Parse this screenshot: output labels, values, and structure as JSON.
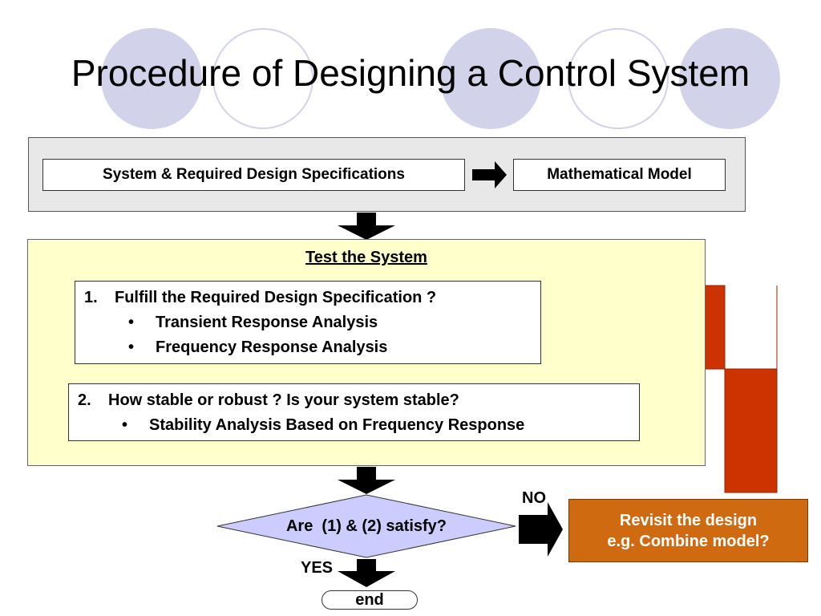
{
  "title": "Procedure of Designing a Control System",
  "top": {
    "spec_box": "System & Required Design Specifications",
    "model_box": "Mathematical Model"
  },
  "test": {
    "heading": "Test the System",
    "box1": {
      "number": "1.",
      "question": "Fulfill the Required Design Specification ?",
      "bullets": [
        "Transient Response Analysis",
        "Frequency Response Analysis"
      ]
    },
    "box2": {
      "number": "2.",
      "question": "How stable or robust ? Is your system stable?",
      "bullets": [
        "Stability Analysis Based on Frequency Response"
      ]
    }
  },
  "decision": "Are  (1) & (2) satisfy?",
  "no_label": "NO",
  "yes_label": "YES",
  "revisit": {
    "line1": "Revisit the design",
    "line2": "e.g. Combine model?"
  },
  "end_label": "end",
  "colors": {
    "circle": "#d2d2ea",
    "test_panel": "#ffffcc",
    "revisit_box": "#d06a10",
    "feedback_arrow": "#cc3300",
    "decision_fill": "#ccccff"
  }
}
